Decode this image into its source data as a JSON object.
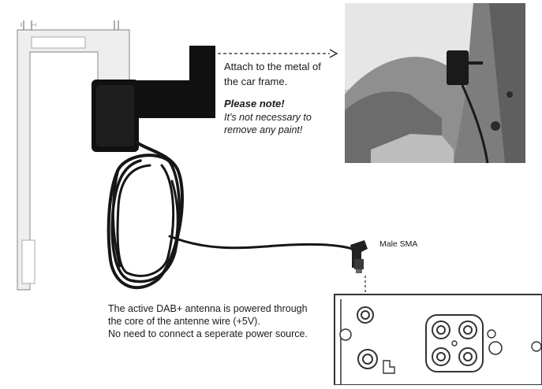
{
  "attach_text_line1": "Attach to the metal of",
  "attach_text_line2": "the car frame.",
  "note_title": "Please note!",
  "note_line1": "It's not necessary to",
  "note_line2": "remove any paint!",
  "connector_label": "Male SMA",
  "power_line1": "The active DAB+ antenna is powered through",
  "power_line2": "the core of the antenne wire (+5V).",
  "power_line3": "No need to connect a seperate power source.",
  "icons": [
    "antenna-film",
    "antenna-amplifier",
    "cable-coil",
    "sma-connector",
    "car-photo",
    "radio-back-panel"
  ],
  "colors": {
    "text": "#1a1a1a",
    "film": "#eeeeee",
    "black": "#111111",
    "cable": "#161616"
  }
}
